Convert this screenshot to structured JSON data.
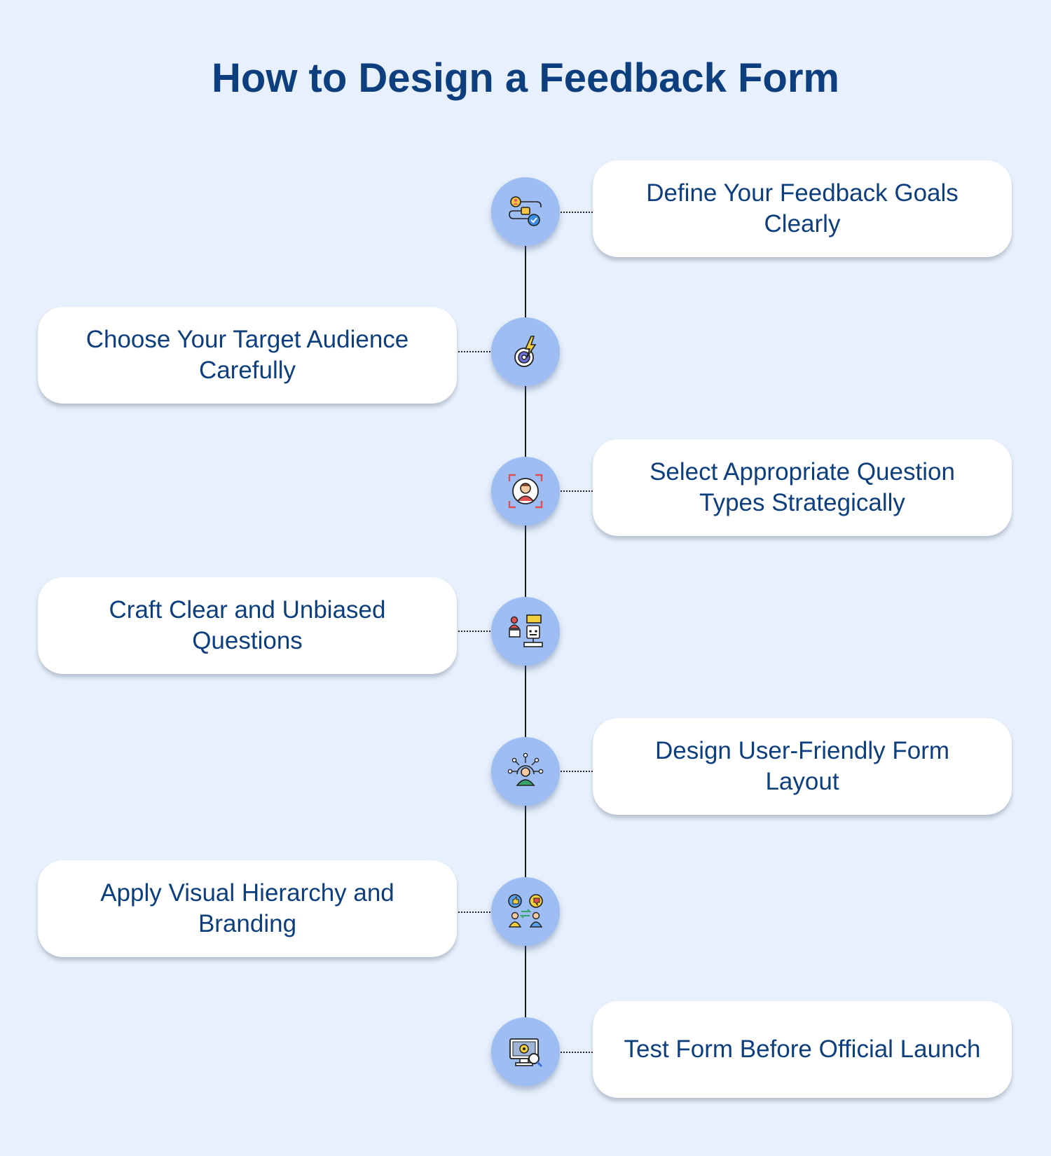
{
  "title": "How to Design a Feedback Form",
  "steps": [
    {
      "label": "Define Your Feedback Goals Clearly",
      "icon": "goals-workflow-icon",
      "side": "right"
    },
    {
      "label": "Choose Your Target Audience Carefully",
      "icon": "target-bolt-icon",
      "side": "left"
    },
    {
      "label": "Select Appropriate Question Types Strategically",
      "icon": "person-focus-icon",
      "side": "right"
    },
    {
      "label": "Craft Clear and Unbiased Questions",
      "icon": "questions-board-icon",
      "side": "left"
    },
    {
      "label": "Design User-Friendly Form Layout",
      "icon": "user-network-icon",
      "side": "right"
    },
    {
      "label": "Apply Visual Hierarchy and Branding",
      "icon": "feedback-exchange-icon",
      "side": "left"
    },
    {
      "label": "Test Form Before Official Launch",
      "icon": "monitor-search-icon",
      "side": "right"
    }
  ]
}
